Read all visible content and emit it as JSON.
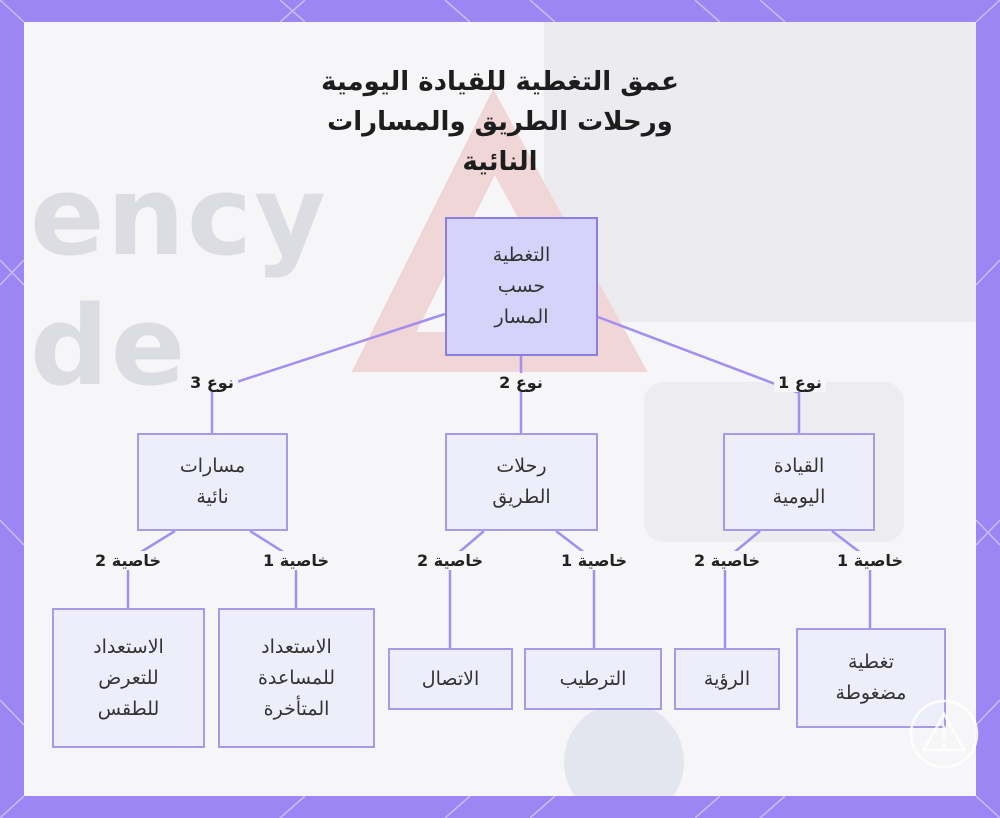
{
  "title": {
    "line1": "عمق التغطية للقيادة اليومية",
    "line2": "ورحلات الطريق والمسارات",
    "line3": "النائية"
  },
  "background": {
    "watermark_line1": "ency",
    "watermark_line2": "de"
  },
  "root": {
    "line1": "التغطية",
    "line2": "حسب",
    "line3": "المسار"
  },
  "types": [
    {
      "edge_label": "نوع 1",
      "line1": "القيادة",
      "line2": "اليومية"
    },
    {
      "edge_label": "نوع 2",
      "line1": "رحلات",
      "line2": "الطريق"
    },
    {
      "edge_label": "نوع 3",
      "line1": "مسارات",
      "line2": "نائية"
    }
  ],
  "features": [
    {
      "edge_label": "خاصية 1",
      "line1": "تغطية",
      "line2": "مضغوطة"
    },
    {
      "edge_label": "خاصية 2",
      "line1": "الرؤية"
    },
    {
      "edge_label": "خاصية 1",
      "line1": "الترطيب"
    },
    {
      "edge_label": "خاصية 2",
      "line1": "الاتصال"
    },
    {
      "edge_label": "خاصية 1",
      "line1": "الاستعداد",
      "line2": "للمساعدة",
      "line3": "المتأخرة"
    },
    {
      "edge_label": "خاصية 2",
      "line1": "الاستعداد",
      "line2": "للتعرض",
      "line3": "للطقس"
    }
  ],
  "colors": {
    "frame": "#9b86f3",
    "node_fill": "#eeeefb",
    "root_fill": "#d6d3fa",
    "node_border": "#a79be8",
    "link": "#a48ff0"
  }
}
